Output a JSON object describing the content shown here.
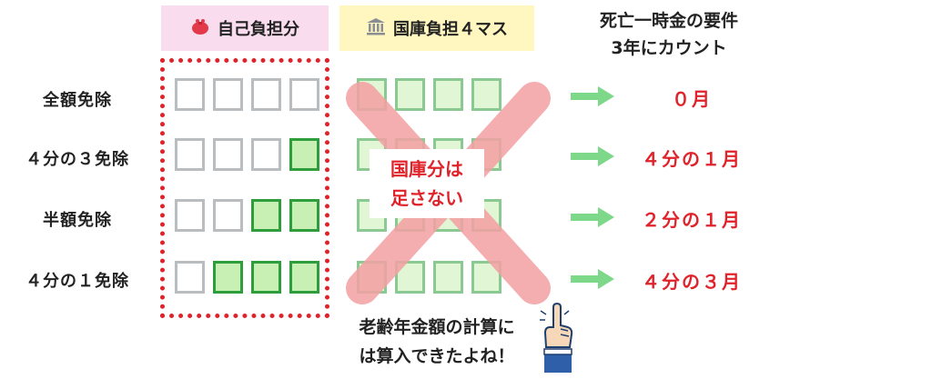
{
  "headers": {
    "self_pay": "自己負担分",
    "state_pay": "国庫負担４マス",
    "requirement_line1": "死亡一時金の要件",
    "requirement_line2": "3年にカウント"
  },
  "rows": [
    {
      "label": "全額免除",
      "self_filled": 0,
      "result": "０月"
    },
    {
      "label": "４分の３免除",
      "self_filled": 1,
      "result": "４分の１月"
    },
    {
      "label": "半額免除",
      "self_filled": 2,
      "result": "２分の１月"
    },
    {
      "label": "４分の１免除",
      "self_filled": 3,
      "result": "４分の３月"
    }
  ],
  "cross_note": {
    "line1": "国庫分は",
    "line2": "足さない"
  },
  "bottom_note": {
    "line1": "老齢年金額の計算に",
    "line2": "は算入できたよね！"
  },
  "icons": {
    "self_pay": "purse-icon",
    "state_pay": "bank-icon",
    "arrow": "arrow-right-icon",
    "pointer": "pointing-hand-icon"
  },
  "colors": {
    "accent_red": "#e0222a",
    "filled_green": "#c8f0b4",
    "border_green": "#2e9e3c",
    "empty_gray": "#b9bdbf",
    "self_header_bg": "#f9dcee",
    "state_header_bg": "#fff7bf",
    "arrow_green": "#7dd88a"
  }
}
